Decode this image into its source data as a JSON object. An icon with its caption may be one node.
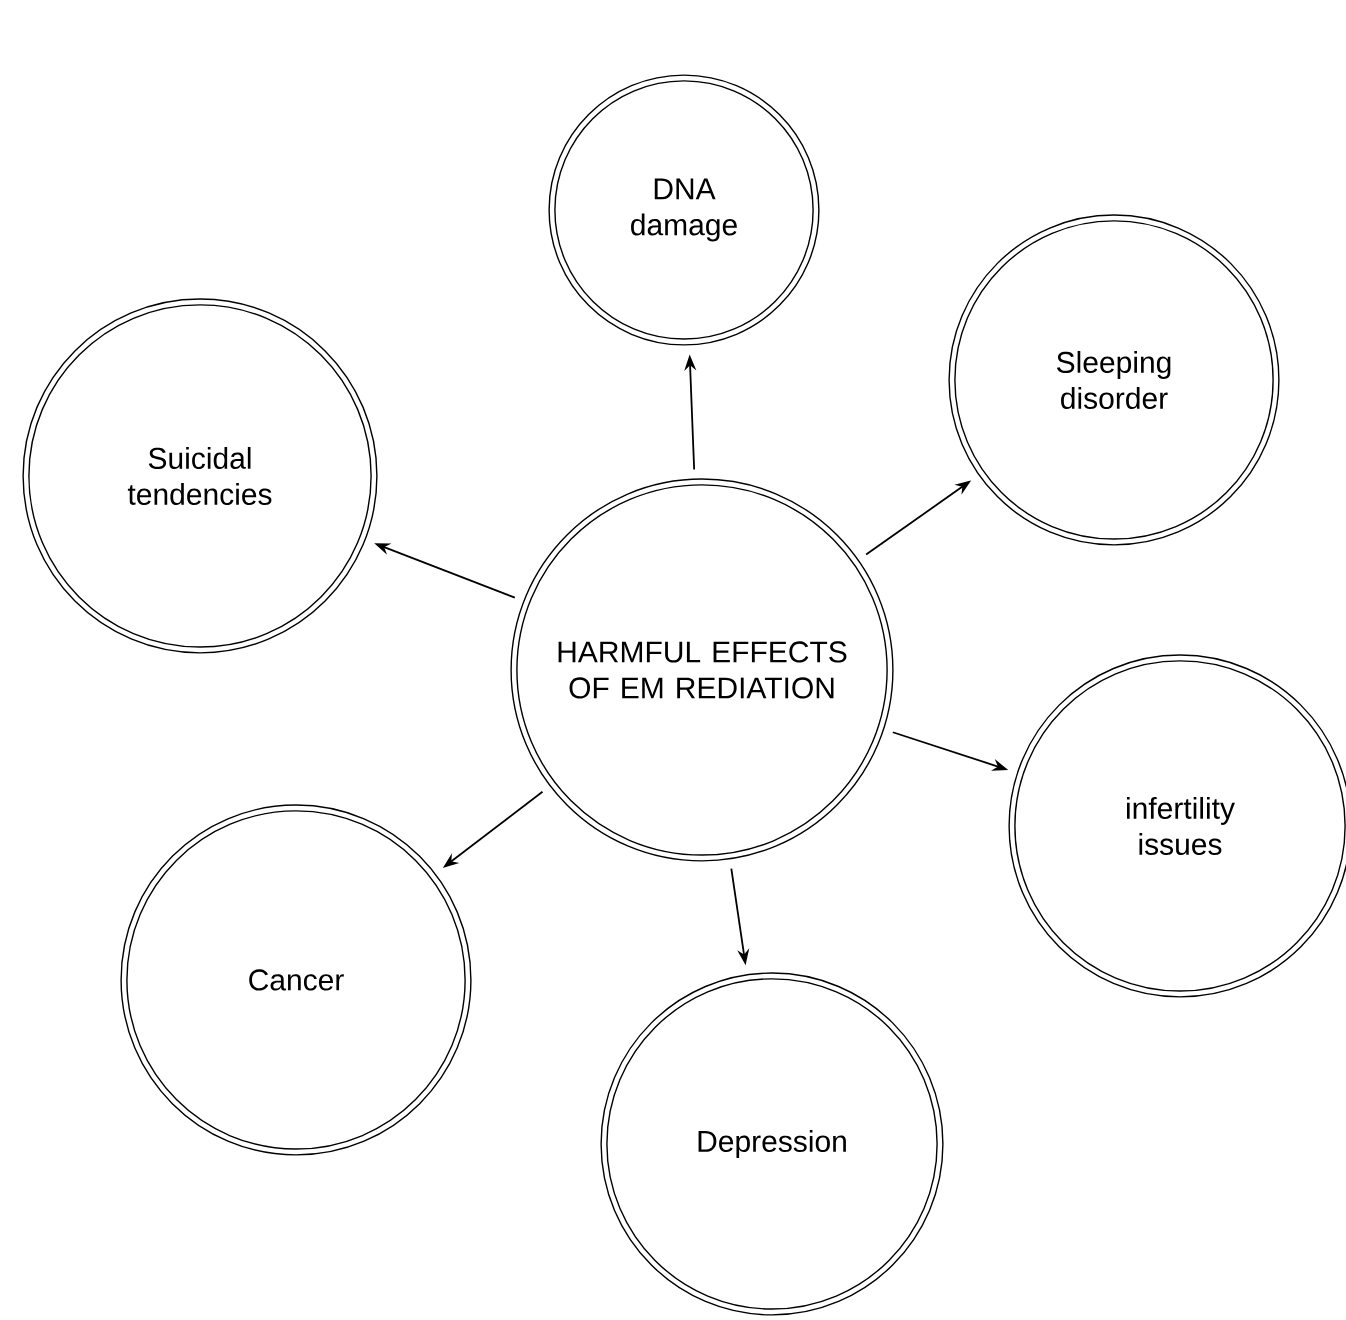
{
  "diagram": {
    "nodes": [
      {
        "text": [
          "HARMFUL EFFECTS OF EM REDIATION"
        ]
      },
      {
        "text": [
          "DNA damage"
        ]
      },
      {
        "text": [
          "Sleeping disorder"
        ]
      },
      {
        "text": [
          "Suicidal tendencies"
        ]
      },
      {
        "text": [
          "infertility issues"
        ]
      },
      {
        "text": [
          "Cancer"
        ]
      },
      {
        "text": [
          "Depression"
        ]
      }
    ],
    "edges": [
      {
        "from": 0,
        "to": 1,
        "arrow": "to"
      },
      {
        "from": 0,
        "to": 2,
        "arrow": "to"
      },
      {
        "from": 0,
        "to": 3,
        "arrow": "to"
      },
      {
        "from": 0,
        "to": 4,
        "arrow": "to"
      },
      {
        "from": 0,
        "to": 5,
        "arrow": "to"
      },
      {
        "from": 0,
        "to": 6,
        "arrow": "to"
      }
    ]
  }
}
